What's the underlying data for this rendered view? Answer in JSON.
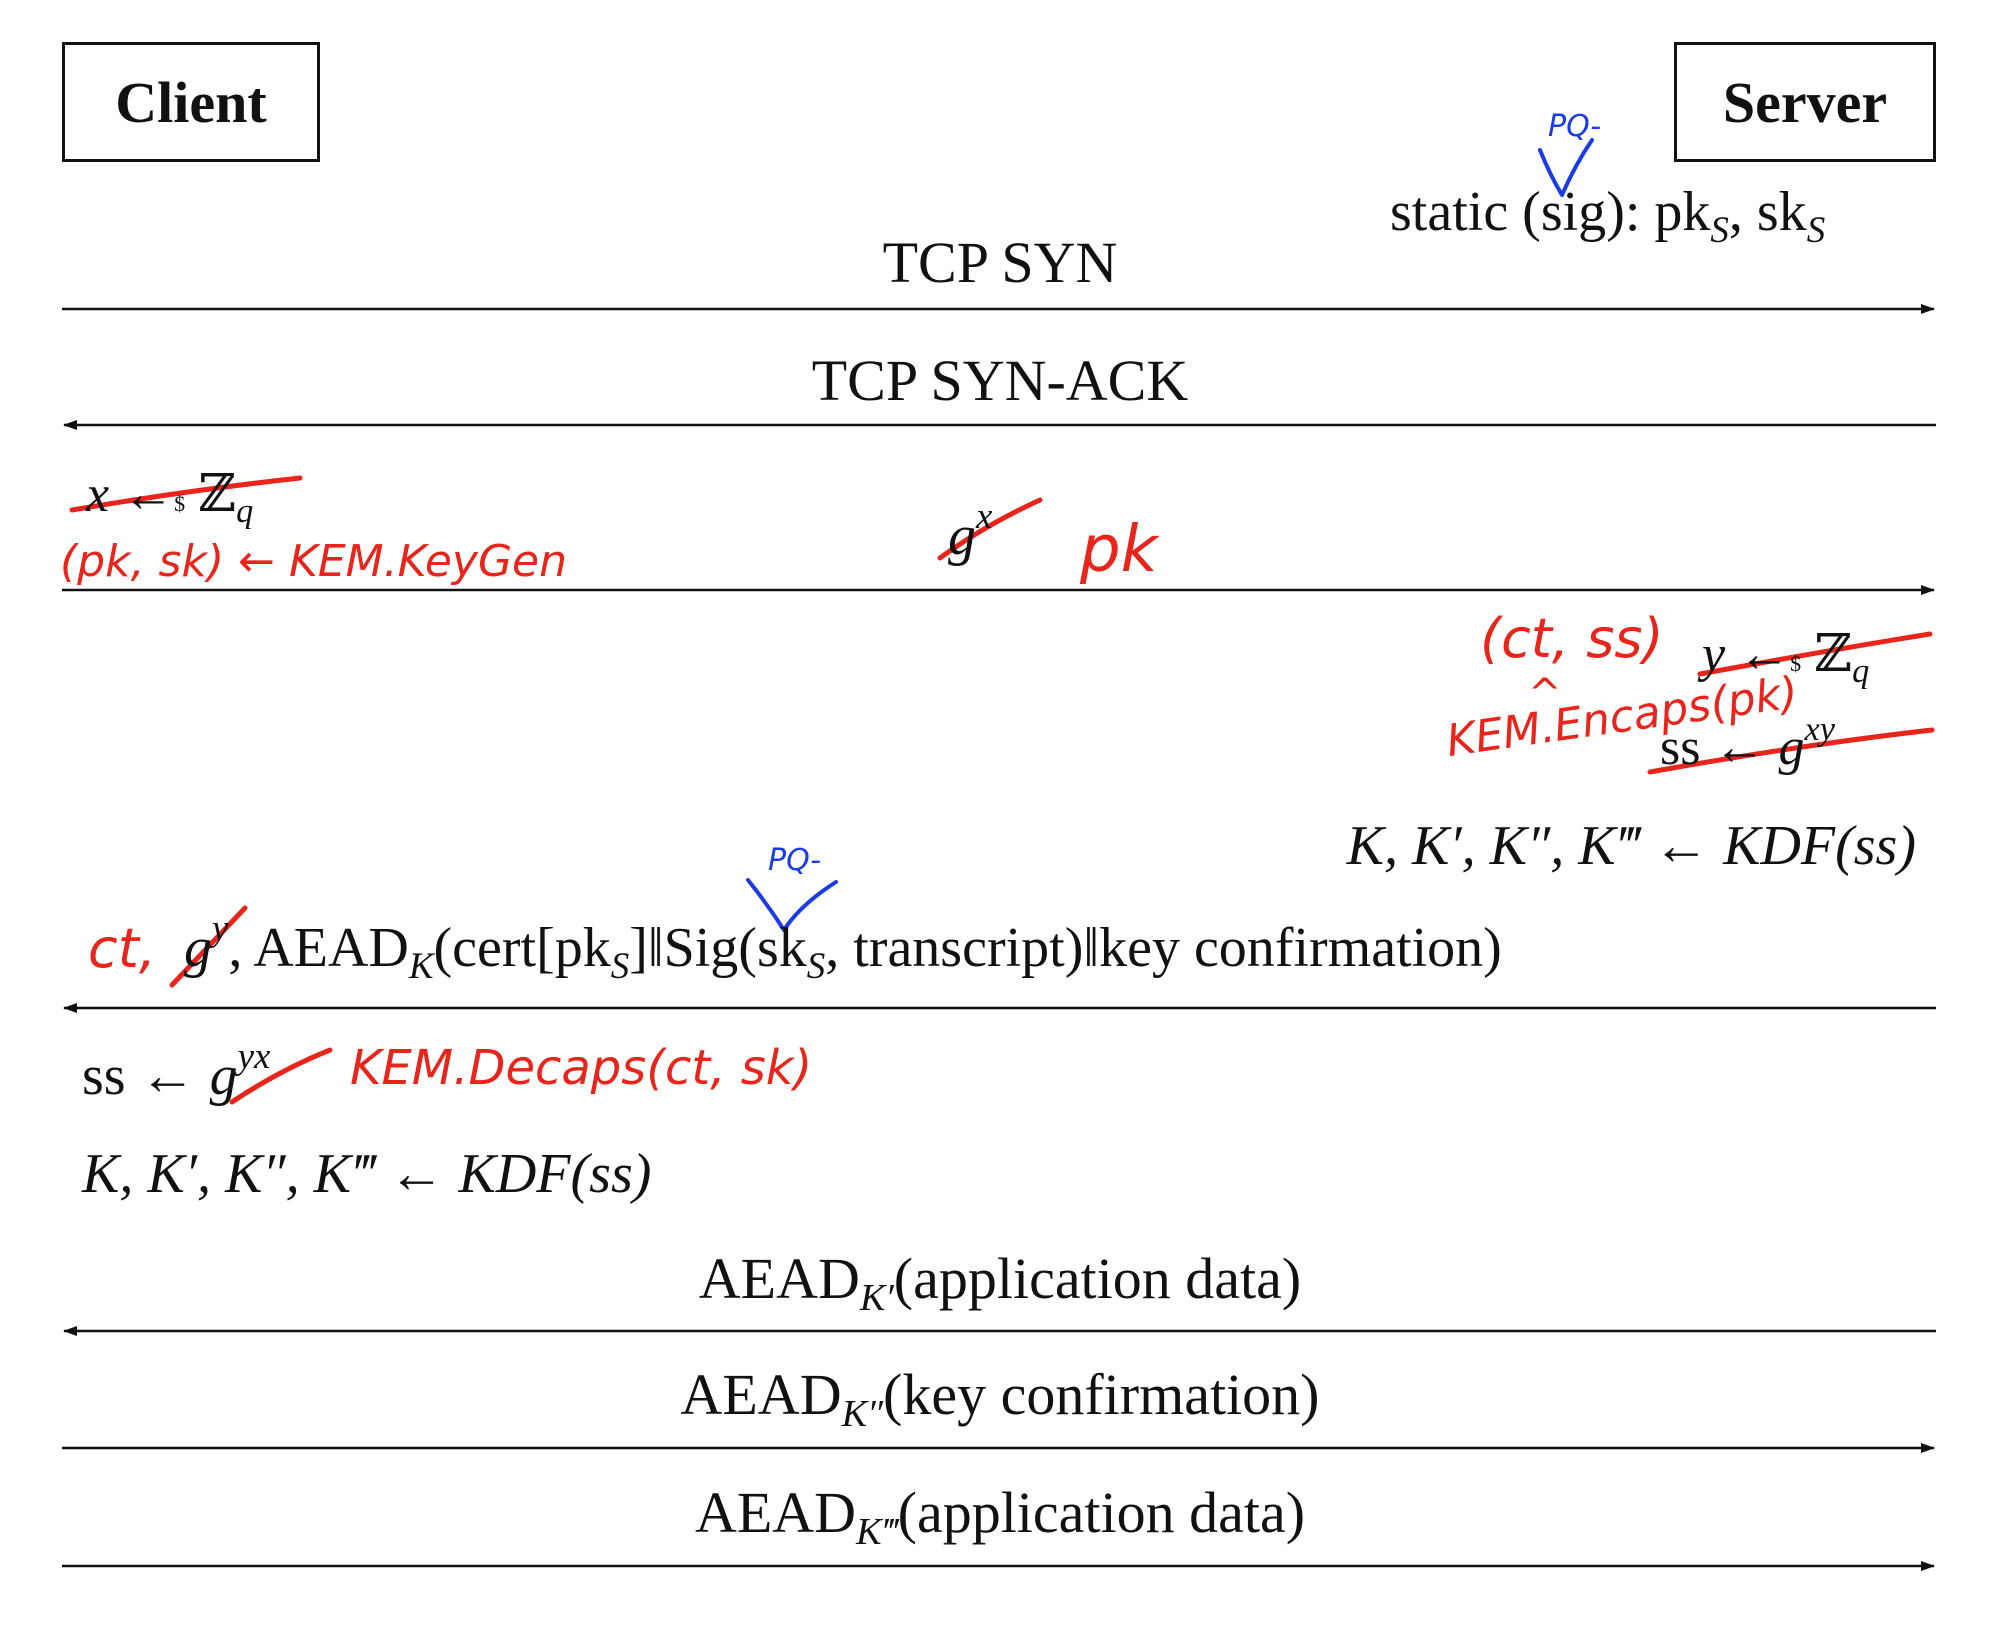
{
  "parties": {
    "client": "Client",
    "server": "Server"
  },
  "server_static": {
    "prefix": "static (",
    "sig": "sig",
    "suffix": "): pk",
    "sub1": "S",
    "mid": ", sk",
    "sub2": "S"
  },
  "messages": [
    {
      "label": "TCP SYN",
      "direction": "client-to-server"
    },
    {
      "label": "TCP SYN-ACK",
      "direction": "server-to-client"
    },
    {
      "label_orig": "g",
      "label_orig_sup": "x",
      "label_hand": "pk",
      "direction": "client-to-server"
    },
    {
      "direction": "server-to-client"
    },
    {
      "aead_pre": "AEAD",
      "aead_sub": "K′",
      "aead_post": "(application data)",
      "direction": "server-to-client"
    },
    {
      "aead_pre": "AEAD",
      "aead_sub": "K″",
      "aead_post": "(key confirmation)",
      "direction": "client-to-server"
    },
    {
      "aead_pre": "AEAD",
      "aead_sub": "K‴",
      "aead_post": "(application data)",
      "direction": "client-to-server"
    }
  ],
  "client_keygen": {
    "orig_var": "x",
    "orig_arrow": "←",
    "orig_dollar": "$",
    "orig_set": "ℤ",
    "orig_set_sub": "q",
    "hand": "(pk, sk) ← KEM.KeyGen"
  },
  "server_ops": {
    "orig_y": "y",
    "orig_arrow": "←",
    "orig_dollar": "$",
    "orig_set": "ℤ",
    "orig_set_sub": "q",
    "orig_ss": "ss",
    "orig_ss_arrow": "←",
    "orig_g": "g",
    "orig_g_sup": "xy",
    "hand_result": "(ct, ss)",
    "hand_caret": "^",
    "hand_encaps": "KEM.Encaps(pk)",
    "kdf": "K, K′, K″, K‴ ← KDF(ss)"
  },
  "server_response": {
    "hand_ct": "ct,",
    "orig_g": "g",
    "orig_g_sup": "y",
    "comma_aead": ", AEAD",
    "aead_sub": "K",
    "cert_open": "(cert[pk",
    "cert_sub": "S",
    "cert_close": "]‖",
    "sig_open": "Sig(sk",
    "sig_sub": "S",
    "sig_close": ", transcript)‖key confirmation)"
  },
  "client_ops": {
    "ss": "ss ←",
    "orig_g": "g",
    "orig_g_sup": "yx",
    "hand_decaps": "KEM.Decaps(ct, sk)",
    "kdf": "K, K′, K″, K‴ ← KDF(ss)"
  },
  "annotations": {
    "pq_label_1": "PQ-",
    "pq_label_2": "PQ-"
  },
  "colors": {
    "ink": "#111111",
    "red_annotation": "#e8241b",
    "blue_annotation": "#1b3be8"
  }
}
